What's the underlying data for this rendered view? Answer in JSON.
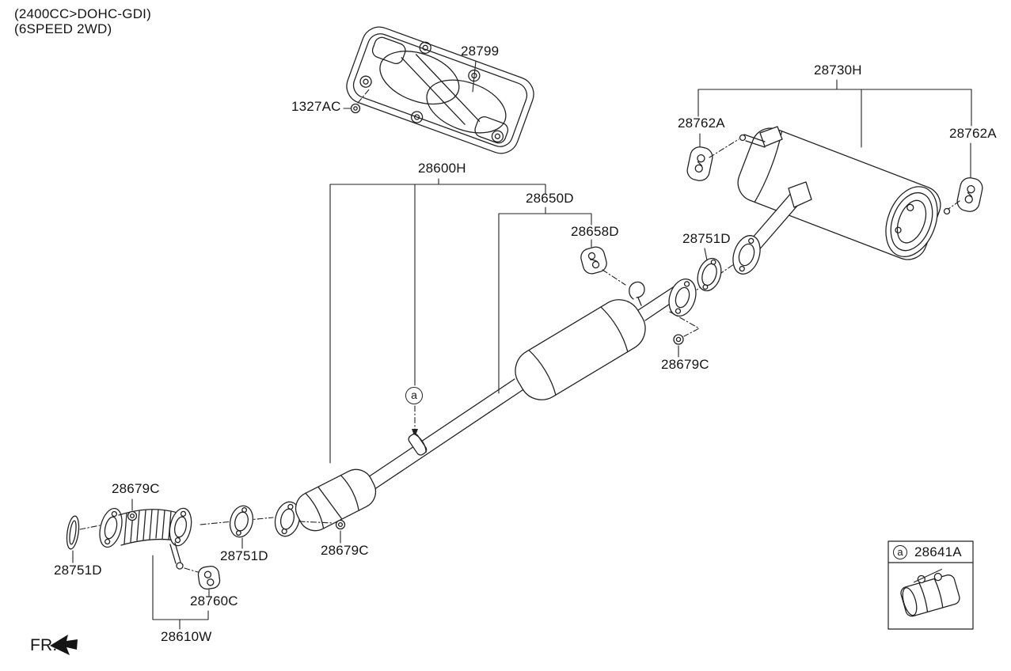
{
  "diagram": {
    "spec_line1": "(2400CC>DOHC-GDI)",
    "spec_line2": "(6SPEED 2WD)",
    "fr_label": "FR.",
    "marker_a": "a"
  },
  "parts": {
    "heat_protector": "28799",
    "bolt": "1327AC",
    "center_exhaust_assy": "28600H",
    "hanger_bracket": "28650D",
    "rubber_hanger_center": "28658D",
    "rear_muffler_assy": "28730H",
    "rear_hanger_left": "28762A",
    "rear_hanger_right": "28762A",
    "gasket_rear": "28751D",
    "nut_rear": "28679C",
    "nut_front": "28679C",
    "gasket_front_inlet": "28751D",
    "gasket_front_outlet": "28751D",
    "nut_center": "28679C",
    "rubber_hanger_front": "28760C",
    "front_pipe_assy": "28610W"
  },
  "legend": {
    "marker": "a",
    "part_number": "28641A"
  }
}
